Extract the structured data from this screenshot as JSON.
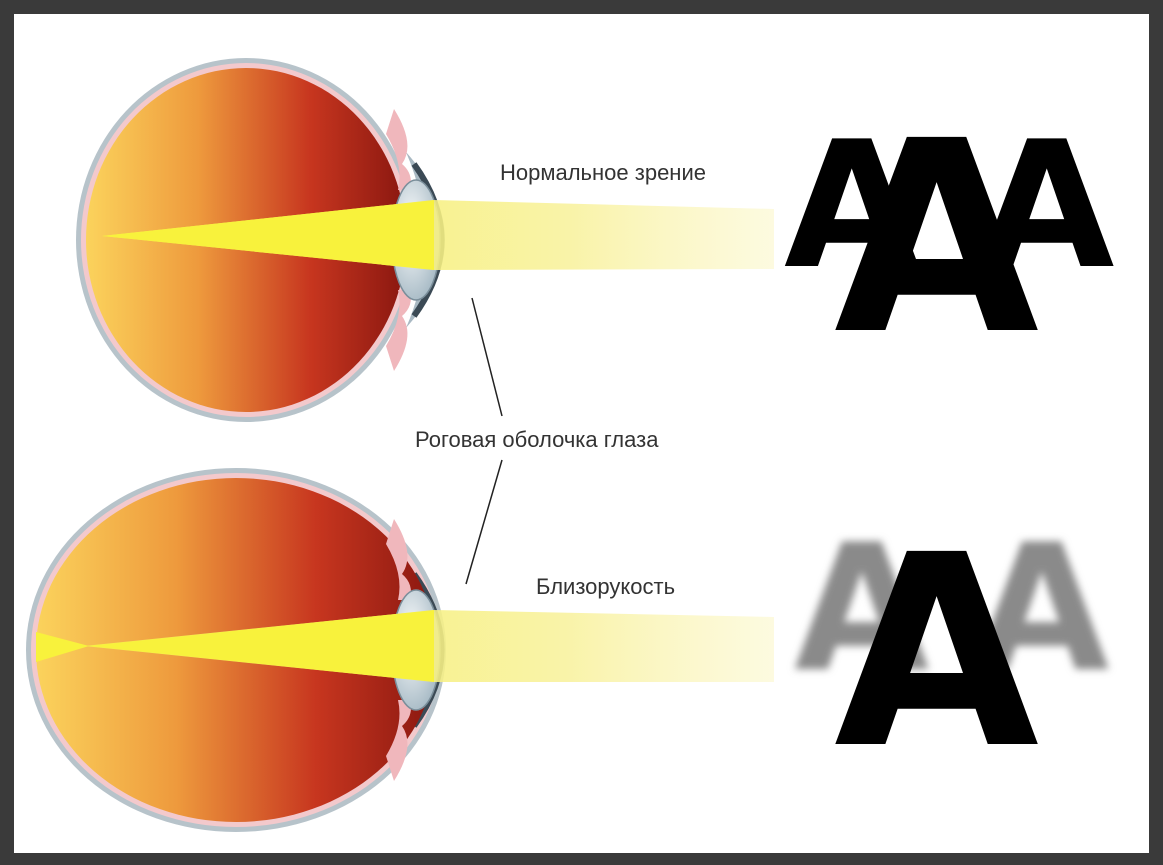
{
  "labels": {
    "normal_vision": "Нормальное зрение",
    "cornea": "Роговая оболочка глаза",
    "myopia": "Близорукость"
  },
  "letters": {
    "glyph": "A"
  },
  "colors": {
    "background": "#ffffff",
    "frame": "#3a3a3a",
    "eye_front": "#f7cf55",
    "eye_back": "#8f1a12",
    "light_beam": "#f6f04a",
    "sharp_letter": "#000000",
    "blurred_letter": "#8a8a8a",
    "text": "#333333"
  },
  "icons": [
    "eye-normal-icon",
    "eye-myopic-icon",
    "lens-icon",
    "cornea-icon"
  ]
}
